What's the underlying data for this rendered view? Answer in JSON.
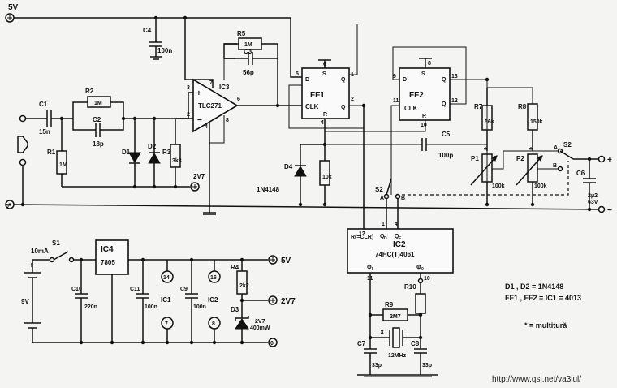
{
  "rails": {
    "v5": "5V",
    "v5b": "5V",
    "v2v7": "2V7",
    "v2v7b": "2V7",
    "gnd_sym": "0",
    "gnd_sym2": "0",
    "gnd_sym3": "0"
  },
  "components": {
    "c4": "C4",
    "c4v": "100n",
    "r5": "R5",
    "r5v": "1M",
    "c3": "C3",
    "c3v": "56p",
    "ic3": "IC3",
    "ic3v": "TLC271",
    "c1": "C1",
    "c1v": "15n",
    "r2": "R2",
    "r2v": "1M",
    "c2": "C2",
    "c2v": "18p",
    "r1": "R1",
    "r1v": "1M",
    "d1": "D1",
    "d2": "D2",
    "r3": "R3",
    "r3v": "3k3",
    "ff1": "FF1",
    "ff2": "FF2",
    "r6v": "10k",
    "d4": "D4",
    "d4v": "1N4148",
    "c5": "C5",
    "c5v": "100p",
    "r7": "R7",
    "r7v": "56k",
    "r8": "R8",
    "r8v": "150k",
    "p1": "P1",
    "p1v": "100k",
    "p2": "P2",
    "p2v": "100k",
    "s2a": "S2",
    "s2b": "S2",
    "c6": "C6",
    "c6v": "2μ2",
    "c6v2": "63V",
    "ic2": "IC2",
    "ic2v": "74HC(T)4061",
    "r10": "R10",
    "r9": "R9",
    "r9v": "2M7",
    "x": "X",
    "xv": "12MHz",
    "c7": "C7",
    "c7v": "33p",
    "c8": "C8",
    "c8v": "33p",
    "s1": "S1",
    "s1v": "10mA",
    "bat": "9V",
    "ic4": "IC4",
    "ic4v": "7805",
    "c10": "C10",
    "c10v": "220n",
    "c11": "C11",
    "c11v": "100n",
    "c9": "C9",
    "c9v": "100n",
    "ic1": "IC1",
    "ic2b": "IC2",
    "p14a": "14",
    "p7a": "7",
    "p16": "16",
    "p8": "8",
    "r4": "R4",
    "r4v": "2k2",
    "d3": "D3",
    "d3v": "2V7",
    "d3v2": "400mW"
  },
  "pins": {
    "ic3_3": "3",
    "ic3_2": "2",
    "ic3_7": "7",
    "ic3_4": "4",
    "ic3_6": "6",
    "ic3_8": "8",
    "ff1_s": "S",
    "ff1_d": "D",
    "ff1_6": "6",
    "ff1_5": "5",
    "ff1_q": "Q",
    "ff1_qb": "Q",
    "ff1_1": "1",
    "ff1_2": "2",
    "ff1_r": "R",
    "ff1_4": "4",
    "ff1_clk": "CLK",
    "ff2_s": "S",
    "ff2_d": "D",
    "ff2_8": "8",
    "ff2_9": "9",
    "ff2_q": "Q",
    "ff2_qb": "Q",
    "ff2_13": "13",
    "ff2_12": "12",
    "ff2_11": "11",
    "ff2_r": "R",
    "ff2_10": "10",
    "ff2_clk": "CLK",
    "ic2_12": "12",
    "ic2_1": "1",
    "ic2_4": "4",
    "ic2_rclr": "R(=CLR)",
    "ic2_qd": "Q",
    "ic2_qf": "Q",
    "ic2_qd_s": "D",
    "ic2_qf_s": "F",
    "ic2_11": "11",
    "ic2_10": "10",
    "ic2_phi1": "φ",
    "ic2_phi1_s": "I",
    "ic2_phi0": "φ",
    "ic2_phi0_s": "0",
    "s2_a": "A",
    "s2_b": "B",
    "s2_a2": "A",
    "s2_b2": "B"
  },
  "notes": {
    "line1": "D1 , D2 = 1N4148",
    "line2": "FF1 , FF2 = IC1 = 4013",
    "multiturn": "* = multitură",
    "star1": "*",
    "star2": "*",
    "url": "http://www.qsl.net/va3iul/"
  }
}
